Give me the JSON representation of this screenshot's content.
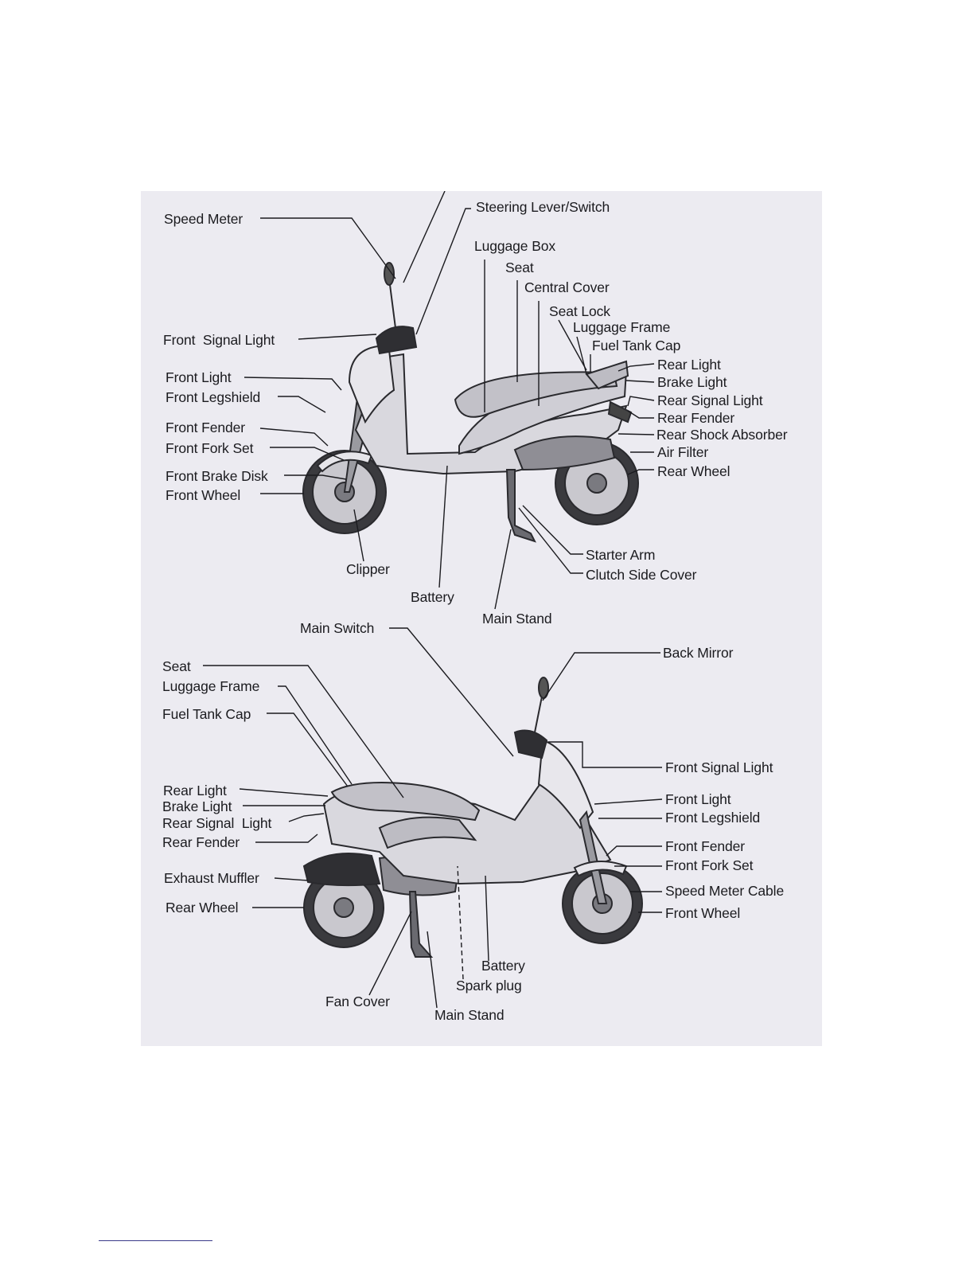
{
  "top_view": {
    "labels": [
      "Speed Meter",
      "Steering Lever/Switch",
      "Luggage Box",
      "Seat",
      "Central Cover",
      "Seat Lock",
      "Luggage Frame",
      "Fuel Tank Cap",
      "Front  Signal Light",
      "Front Light",
      "Front Legshield",
      "Rear Light",
      "Brake Light",
      "Rear Signal Light",
      "Front Fender",
      "Rear Fender",
      "Front Fork Set",
      "Rear Shock Absorber",
      "Air Filter",
      "Front Brake Disk",
      "Rear Wheel",
      "Front Wheel",
      "Starter Arm",
      "Clipper",
      "Clutch Side Cover",
      "Battery",
      "Main Stand"
    ]
  },
  "bottom_view": {
    "labels": [
      "Main Switch",
      "Seat",
      "Back Mirror",
      "Luggage Frame",
      "Fuel Tank Cap",
      "Front Signal Light",
      "Rear Light",
      "Brake Light",
      "Front Light",
      "Rear Signal  Light",
      "Front Legshield",
      "Rear Fender",
      "Front Fender",
      "Front Fork Set",
      "Exhaust Muffler",
      "Speed Meter Cable",
      "Rear Wheel",
      "Front Wheel",
      "Battery",
      "Spark plug",
      "Fan Cover",
      "Main Stand"
    ]
  }
}
